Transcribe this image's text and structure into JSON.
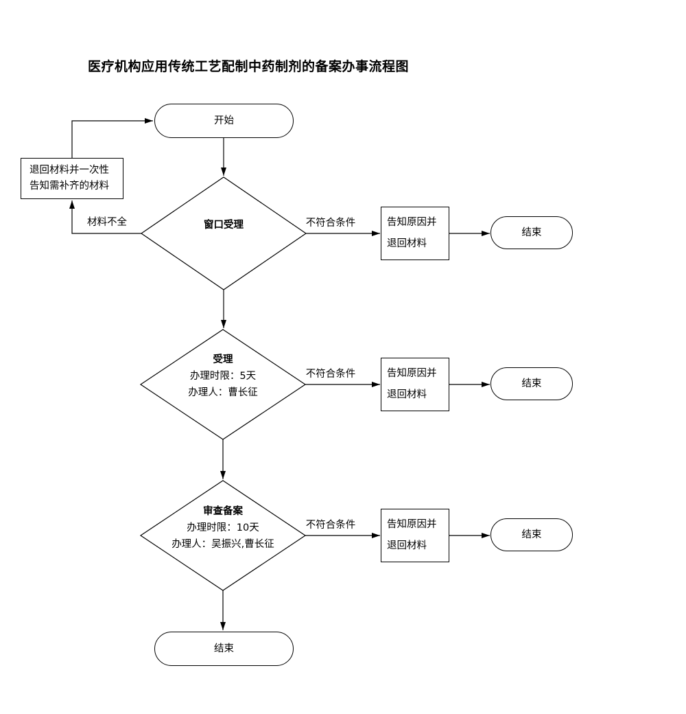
{
  "title": "医疗机构应用传统工艺配制中药制剂的备案办事流程图",
  "colors": {
    "background": "#ffffff",
    "line": "#000000",
    "text": "#000000",
    "node_fill": "#ffffff"
  },
  "start": {
    "label": "开始"
  },
  "feedback": {
    "line1": "退回材料并一次性",
    "line2": "告知需补齐的材料",
    "edge_label": "材料不全"
  },
  "rows": [
    {
      "decision": {
        "title": "窗口受理"
      },
      "edge_label": "不符合条件",
      "reject": {
        "line1": "告知原因并",
        "line2": "退回材料"
      },
      "end_label": "结束"
    },
    {
      "decision": {
        "title": "受理",
        "time_limit": "办理时限：5天",
        "handler": "办理人：曹长征"
      },
      "edge_label": "不符合条件",
      "reject": {
        "line1": "告知原因并",
        "line2": "退回材料"
      },
      "end_label": "结束"
    },
    {
      "decision": {
        "title": "审查备案",
        "time_limit": "办理时限：10天",
        "handler": "办理人：吴振兴,曹长征"
      },
      "edge_label": "不符合条件",
      "reject": {
        "line1": "告知原因并",
        "line2": "退回材料"
      },
      "end_label": "结束"
    }
  ],
  "final_end": {
    "label": "结束"
  }
}
